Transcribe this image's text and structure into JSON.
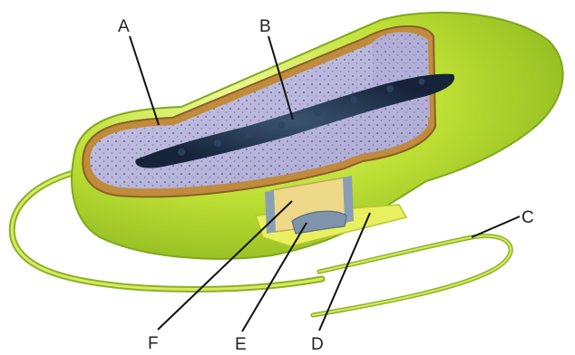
{
  "labels": {
    "a": "A",
    "b": "B",
    "c": "C",
    "d": "D",
    "e": "E",
    "f": "F"
  },
  "colors": {
    "cell_wall": "#b5dc2e",
    "cell_wall_highlight": "#e2f27a",
    "cell_wall_shadow": "#7fa81a",
    "cytoplasm": "#b9b8dc",
    "ribosome": "#6b5d94",
    "nucleoid": "#1f2f45",
    "membrane": "#8a9fb6",
    "flagellum": "#c9e04a",
    "pilus_pad": "#e8f060",
    "capsule_panel": "#eed98a",
    "label_line": "#111111"
  },
  "icons": [
    "bacterium-cell-illustration"
  ]
}
